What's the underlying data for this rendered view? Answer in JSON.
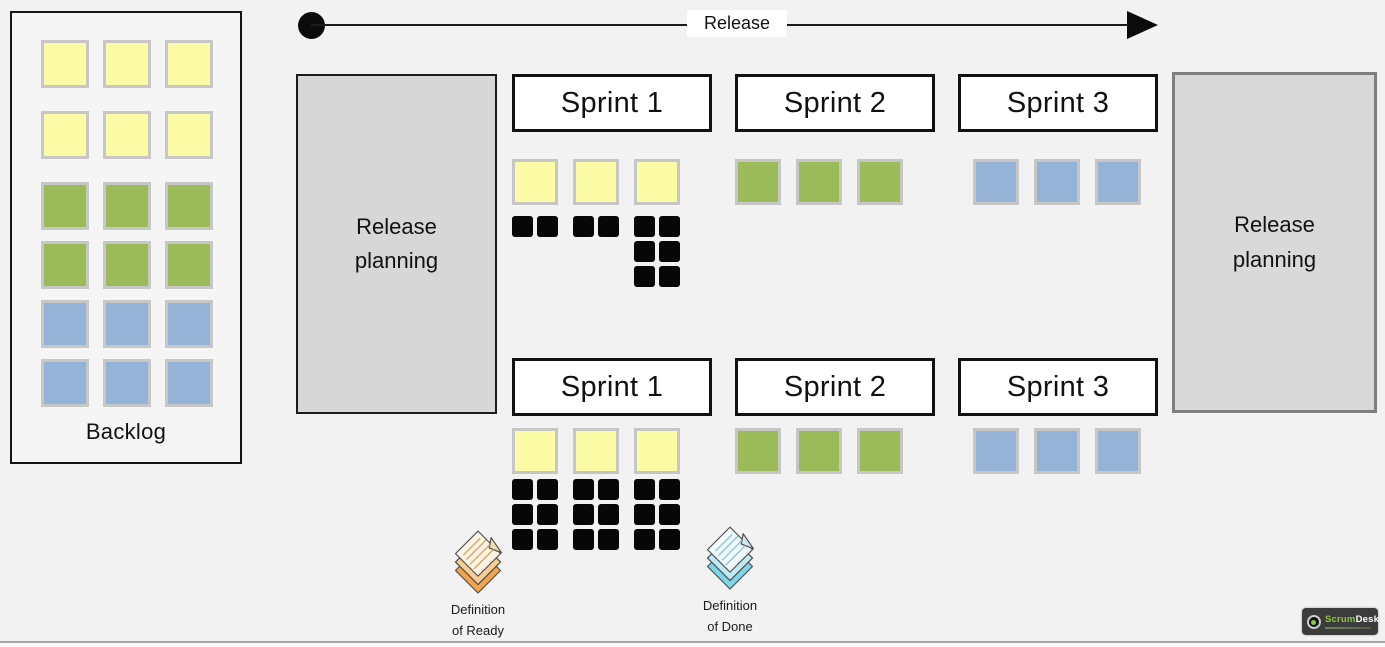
{
  "backlog": {
    "label": "Backlog",
    "columns": 3,
    "rows": [
      {
        "color": "yellow"
      },
      {
        "color": "yellow"
      },
      {
        "color": "green"
      },
      {
        "color": "green"
      },
      {
        "color": "blue"
      },
      {
        "color": "blue"
      }
    ]
  },
  "release": {
    "label": "Release"
  },
  "planning_left": {
    "label": "Release planning"
  },
  "planning_right": {
    "label": "Release planning"
  },
  "sprint_rows": [
    {
      "sprints": [
        {
          "label": "Sprint 1",
          "card_color": "yellow",
          "tasks_per_card": [
            2,
            2,
            6
          ]
        },
        {
          "label": "Sprint 2",
          "card_color": "green",
          "tasks_per_card": [
            0,
            0,
            0
          ]
        },
        {
          "label": "Sprint 3",
          "card_color": "blue",
          "tasks_per_card": [
            0,
            0,
            0
          ]
        }
      ]
    },
    {
      "sprints": [
        {
          "label": "Sprint 1",
          "card_color": "yellow",
          "tasks_per_card": [
            6,
            6,
            6
          ]
        },
        {
          "label": "Sprint 2",
          "card_color": "green",
          "tasks_per_card": [
            0,
            0,
            0
          ]
        },
        {
          "label": "Sprint 3",
          "card_color": "blue",
          "tasks_per_card": [
            0,
            0,
            0
          ]
        }
      ]
    }
  ],
  "definitions": [
    {
      "line1": "Definition",
      "line2": "of Ready"
    },
    {
      "line1": "Definition",
      "line2": "of Done"
    }
  ],
  "logo": {
    "brand_primary": "Scrum",
    "brand_secondary": "Desk"
  },
  "colors": {
    "yellow": "#fbfba5",
    "green": "#9bbb59",
    "blue": "#95b3d7",
    "task_black": "#070707"
  }
}
